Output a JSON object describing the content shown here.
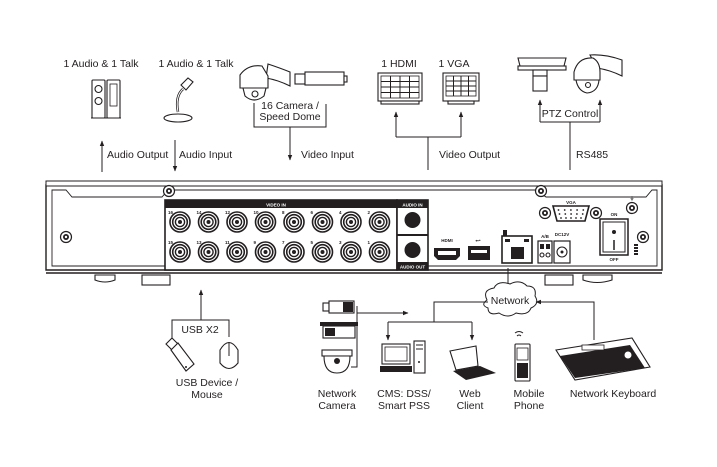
{
  "diagram": {
    "title": "DVR Rear Panel Connection Diagram",
    "top_devices": {
      "speakers": {
        "label": "1 Audio  & 1 Talk",
        "connection": "Audio  Output"
      },
      "microphone": {
        "label": "1 Audio & 1 Talk",
        "connection": "Audio  Input"
      },
      "cameras": {
        "label_line1": "16  Camera /",
        "label_line2": "Speed Dome",
        "connection": "Video Input"
      },
      "monitors": {
        "hdmi_label": "1 HDMI",
        "vga_label": "1 VGA",
        "connection": "Video Output"
      },
      "ptz": {
        "label": "PTZ Control",
        "connection": "RS485"
      }
    },
    "dvr_panel": {
      "video_in_label": "VIDEO IN",
      "audio_in_label": "AUDIO IN",
      "audio_out_label": "AUDIO OUT",
      "hdmi_label": "HDMI",
      "vga_label": "VGA",
      "rs485_label": "A/B",
      "power_input_label": "DC12V",
      "switch_on_label": "ON",
      "switch_off_label": "OFF",
      "bnc_top_row": [
        "16",
        "14",
        "12",
        "10",
        "8",
        "6",
        "4",
        "2"
      ],
      "bnc_bottom_row": [
        "15",
        "13",
        "11",
        "9",
        "7",
        "5",
        "3",
        "1"
      ]
    },
    "bottom_devices": {
      "usb": {
        "hub_label": "USB X2",
        "label_line1": "USB Device /",
        "label_line2": "Mouse"
      },
      "network_cloud": "Network",
      "network_camera": {
        "line1": "Network",
        "line2": "Camera"
      },
      "cms": {
        "line1": "CMS: DSS/",
        "line2": "Smart PSS"
      },
      "web_client": {
        "line1": "Web",
        "line2": "Client"
      },
      "mobile_phone": {
        "line1": "Mobile",
        "line2": "Phone"
      },
      "network_keyboard": "Network Keyboard"
    }
  }
}
